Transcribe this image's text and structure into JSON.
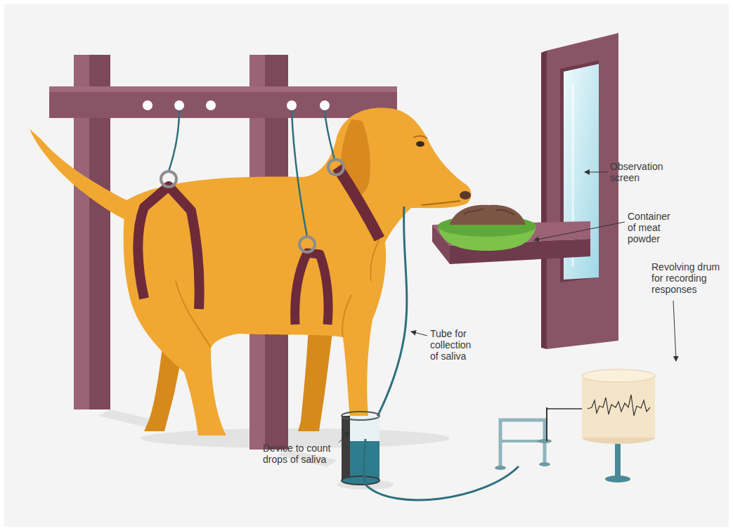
{
  "diagram": {
    "labels": [
      "Observation screen",
      "Container of meat powder",
      "Revolving drum for recording responses",
      "Tube for collection of saliva",
      "Device to count drops of saliva"
    ]
  }
}
